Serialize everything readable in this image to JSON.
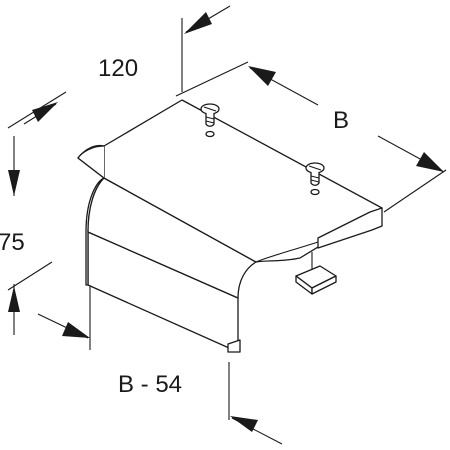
{
  "dimensions": {
    "length": "120",
    "width": "B",
    "height": "75",
    "inner_width": "B - 54"
  },
  "colors": {
    "line": "#1a1a1a",
    "background": "#ffffff"
  },
  "icons": [
    "screw-icon",
    "clamp-nut-icon"
  ]
}
